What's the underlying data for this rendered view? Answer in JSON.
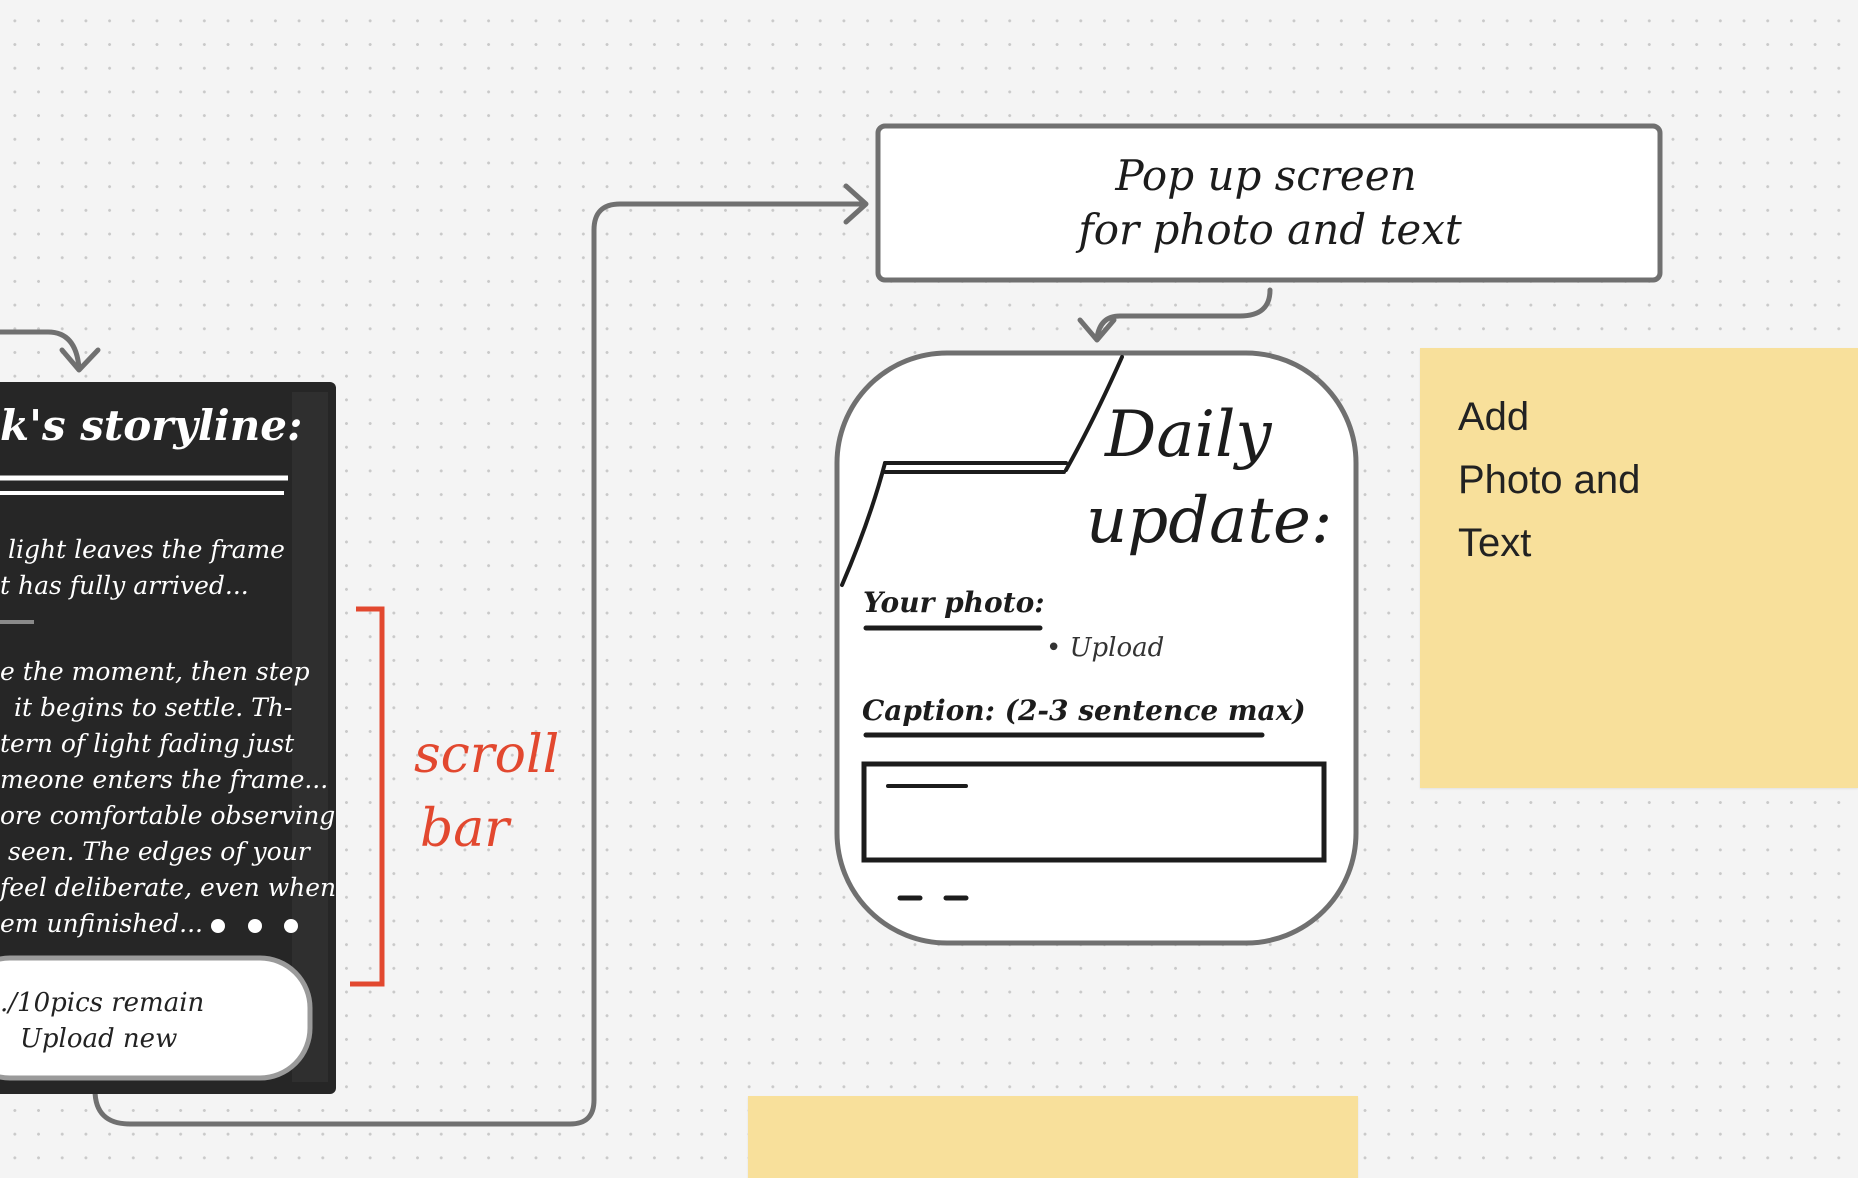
{
  "popup_box": {
    "line1": "Pop up screen",
    "line2": "for photo and text"
  },
  "storyline_card": {
    "title": "k's storyline:",
    "paragraph1": [
      "light leaves the frame",
      "t has fully arrived..."
    ],
    "paragraph2": [
      "e the moment, then step",
      "it begins to settle. Th-",
      "tern of light fading just",
      "meone enters the frame...",
      "ore comfortable observing",
      "seen. The edges of your",
      "feel deliberate, even when",
      "em unfinished..."
    ],
    "button_line1": "./10pics remain",
    "button_line2": "Upload new"
  },
  "annotation": {
    "line1": "scroll",
    "line2": "bar",
    "color": "#e2482f"
  },
  "phone": {
    "title_line1": "Daily",
    "title_line2": "update:",
    "photo_label": "Your photo:",
    "upload_bullet": "• Upload",
    "caption_label": "Caption: (2-3 sentence max)"
  },
  "sticky_add": {
    "lines": [
      "Add",
      "Photo and",
      "Text"
    ],
    "color": "#f8e09b"
  },
  "sticky_bottom": {
    "color": "#f8e09b"
  }
}
